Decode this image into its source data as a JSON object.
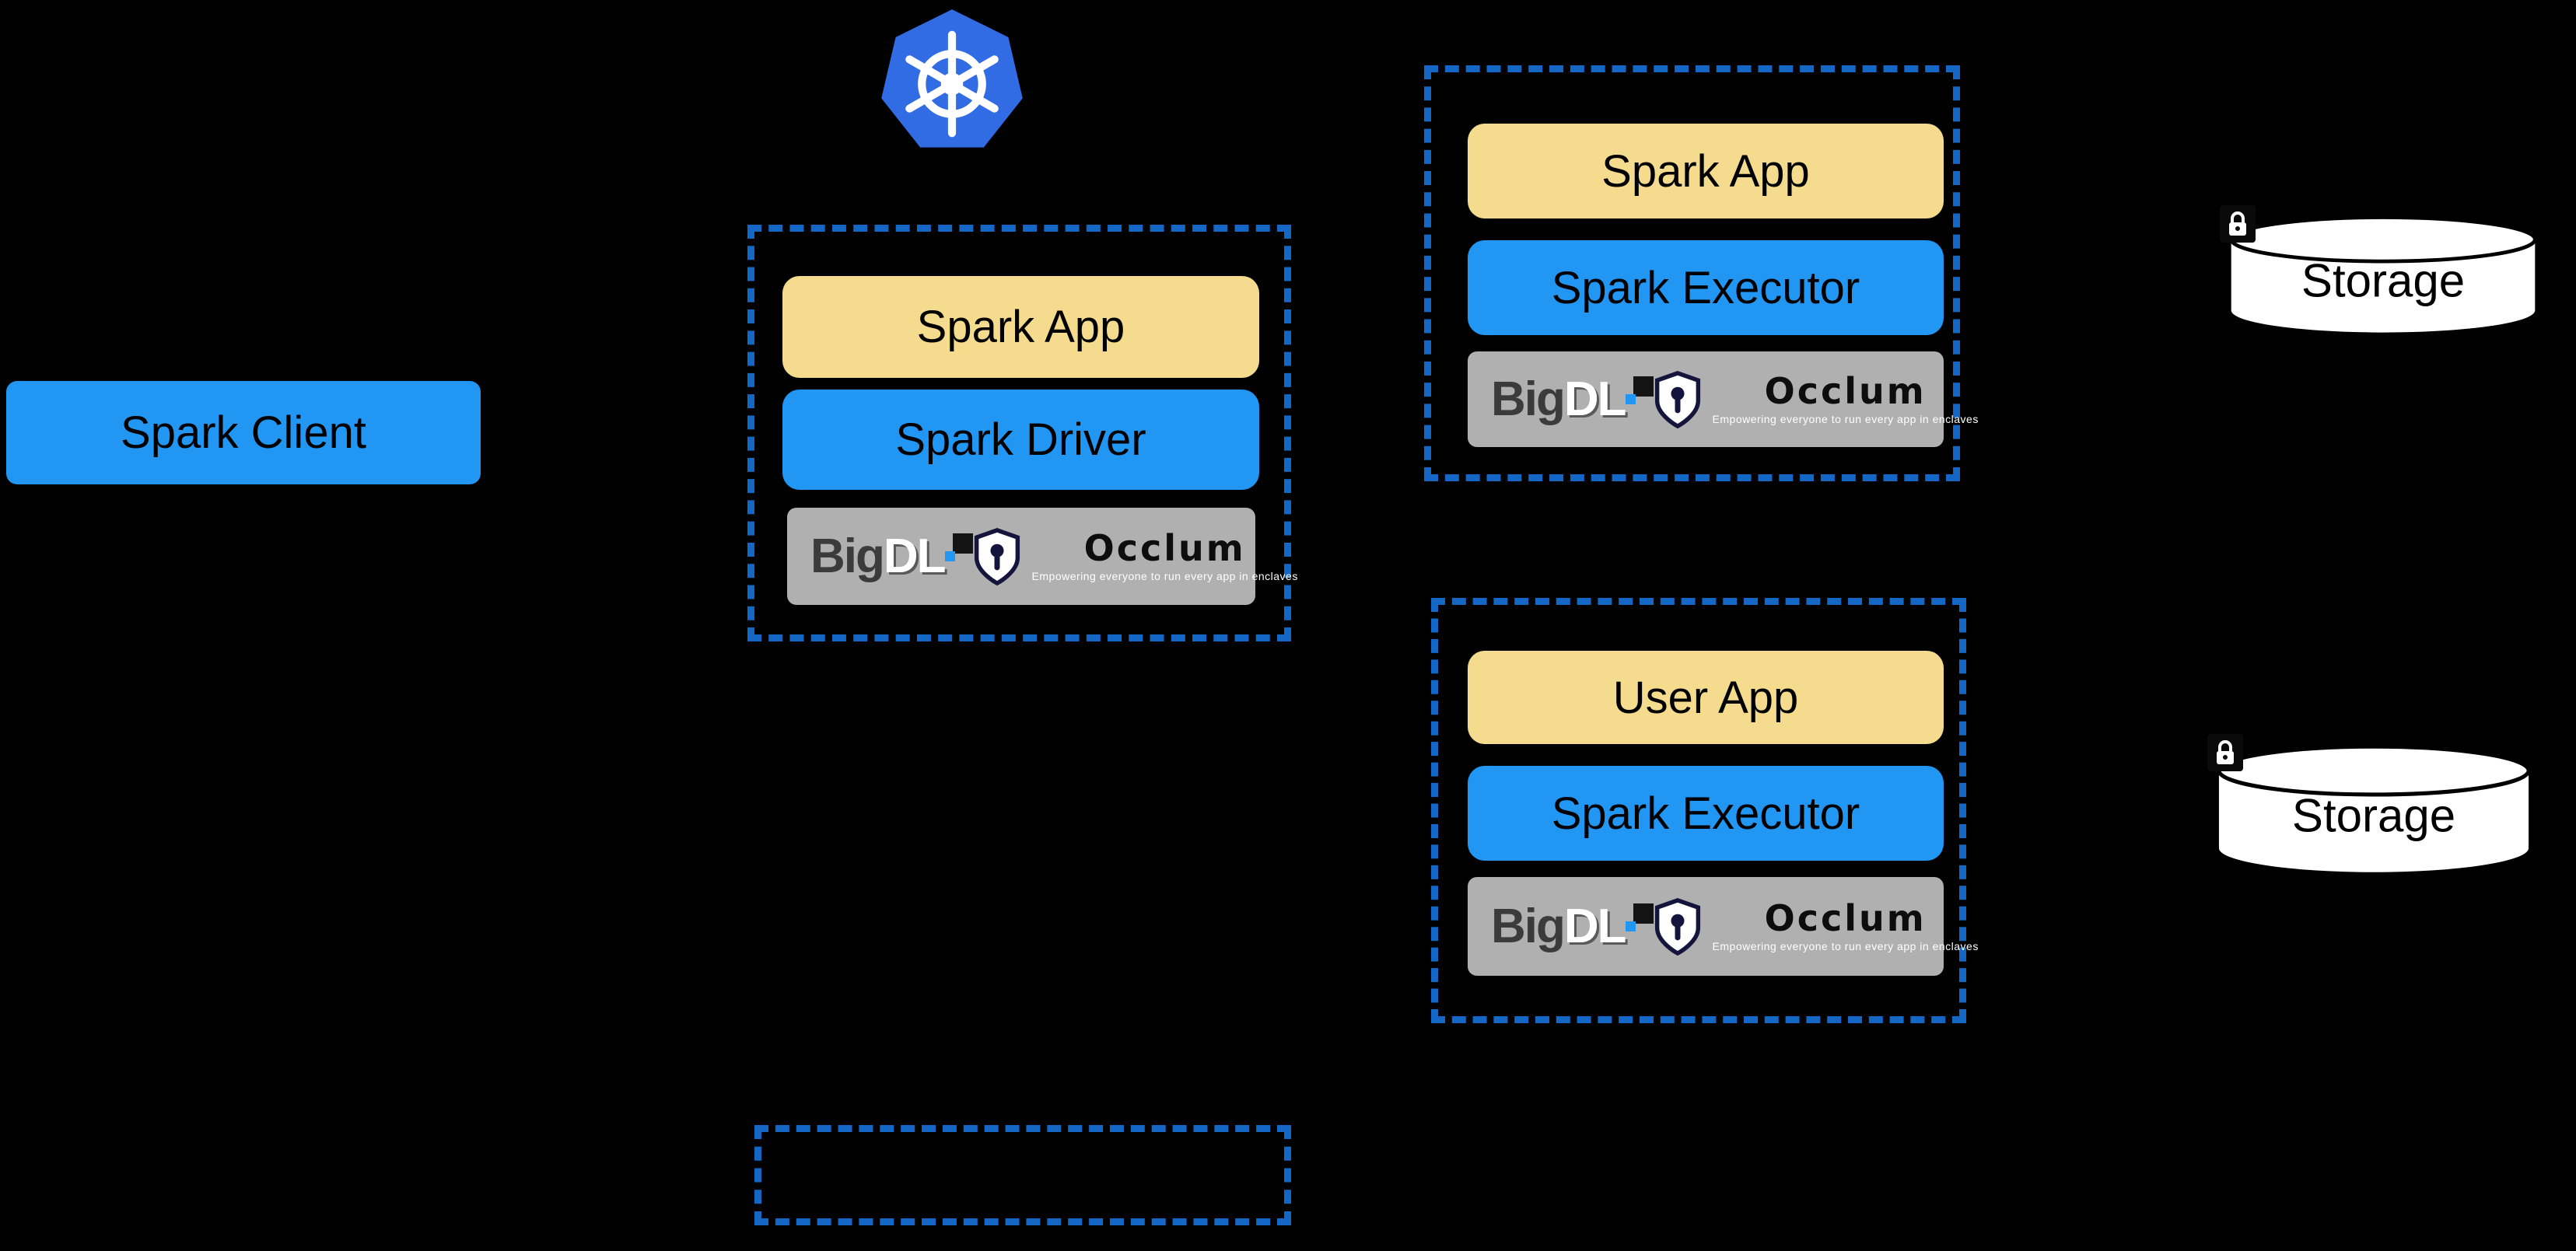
{
  "colors": {
    "background": "#000000",
    "node_blue": "#2196F3",
    "node_tan": "#F5DB8E",
    "logo_bar_gray": "#B0B0B0",
    "enclave_border_blue": "#1467C4",
    "kubernetes_blue": "#326CE5",
    "storage_white": "#FFFFFF"
  },
  "kubernetes": {
    "icon": "kubernetes-helm-icon"
  },
  "spark_client": {
    "label": "Spark Client"
  },
  "driver_pod": {
    "app": "Spark App",
    "role": "Spark Driver"
  },
  "executor_pod_top": {
    "app": "Spark App",
    "role": "Spark Executor"
  },
  "executor_pod_bottom": {
    "app": "User App",
    "role": "Spark Executor"
  },
  "storage_top": {
    "label": "Storage",
    "icon": "lock-icon"
  },
  "storage_bottom": {
    "label": "Storage",
    "icon": "lock-icon"
  },
  "logo_bar": {
    "bigdl_big": "Big",
    "bigdl_dl": "DL",
    "occlum_word": "Occlum",
    "occlum_tagline": "Empowering everyone to run every app in enclaves"
  }
}
